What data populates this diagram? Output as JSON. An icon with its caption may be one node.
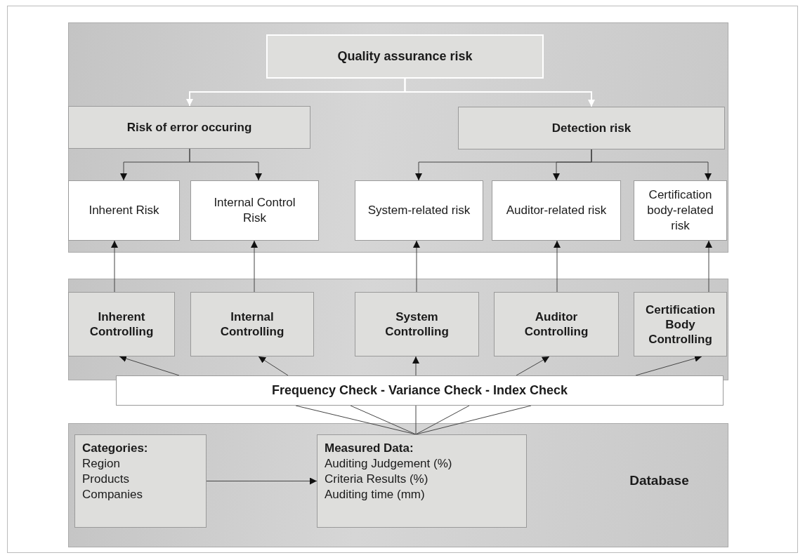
{
  "diagram": {
    "nodes": [
      {
        "text": [],
        "shape": "box"
      },
      {
        "text": [
          "Quality assurance risk"
        ],
        "in": 0
      },
      {
        "text": [
          "Risk of error occuring"
        ],
        "in": 0
      },
      {
        "text": [
          "Detection risk"
        ],
        "in": 0
      },
      {
        "text": [
          "Inherent Risk"
        ],
        "in": 0
      },
      {
        "text": [
          "Internal Control Risk"
        ],
        "in": 0
      },
      {
        "text": [
          "System-related risk"
        ],
        "in": 0
      },
      {
        "text": [
          "Auditor-related risk"
        ],
        "in": 0
      },
      {
        "text": [
          "Certification body-related risk"
        ],
        "in": 0
      },
      {
        "text": [],
        "shape": "box"
      },
      {
        "text": [
          "Inherent Controlling"
        ],
        "in": 9
      },
      {
        "text": [
          "Internal Controlling"
        ],
        "in": 9
      },
      {
        "text": [
          "System Controlling"
        ],
        "in": 9
      },
      {
        "text": [
          "Auditor Controlling"
        ],
        "in": 9
      },
      {
        "text": [
          "Certification Body Controlling"
        ],
        "in": 9
      },
      {
        "text": [
          "Frequency Check - Variance Check - Index Check"
        ]
      },
      {
        "text": [
          "Database"
        ]
      },
      {
        "text": [
          "Categories:",
          "Region",
          "Products",
          "Companies"
        ],
        "in": 16
      },
      {
        "text": [
          "Measured Data:",
          "Auditing Judgement (%)",
          "Criteria Results (%)",
          "Auditing time (mm)"
        ],
        "in": 16
      }
    ],
    "edges": [
      {
        "from": 1,
        "to": 2,
        "arrow": "to",
        "color": "#ffffff"
      },
      {
        "from": 1,
        "to": 3,
        "arrow": "to",
        "color": "#ffffff"
      },
      {
        "from": 2,
        "to": 4,
        "arrow": "to"
      },
      {
        "from": 2,
        "to": 5,
        "arrow": "to"
      },
      {
        "from": 3,
        "to": 6,
        "arrow": "to"
      },
      {
        "from": 3,
        "to": 7,
        "arrow": "to"
      },
      {
        "from": 3,
        "to": 8,
        "arrow": "to"
      },
      {
        "from": 10,
        "to": 4,
        "arrow": "to"
      },
      {
        "from": 11,
        "to": 5,
        "arrow": "to"
      },
      {
        "from": 12,
        "to": 6,
        "arrow": "to"
      },
      {
        "from": 13,
        "to": 7,
        "arrow": "to"
      },
      {
        "from": 14,
        "to": 8,
        "arrow": "to"
      },
      {
        "from": 15,
        "to": 10,
        "arrow": "to"
      },
      {
        "from": 15,
        "to": 11,
        "arrow": "to"
      },
      {
        "from": 15,
        "to": 12,
        "arrow": "to"
      },
      {
        "from": 15,
        "to": 13,
        "arrow": "to"
      },
      {
        "from": 15,
        "to": 14,
        "arrow": "to"
      },
      {
        "from": 18,
        "to": 15,
        "arrow": "none"
      },
      {
        "from": 18,
        "to": 15,
        "arrow": "none"
      },
      {
        "from": 18,
        "to": 15,
        "arrow": "none"
      },
      {
        "from": 18,
        "to": 15,
        "arrow": "none"
      },
      {
        "from": 18,
        "to": 15,
        "arrow": "none"
      },
      {
        "from": 17,
        "to": 18,
        "arrow": "to"
      }
    ]
  }
}
